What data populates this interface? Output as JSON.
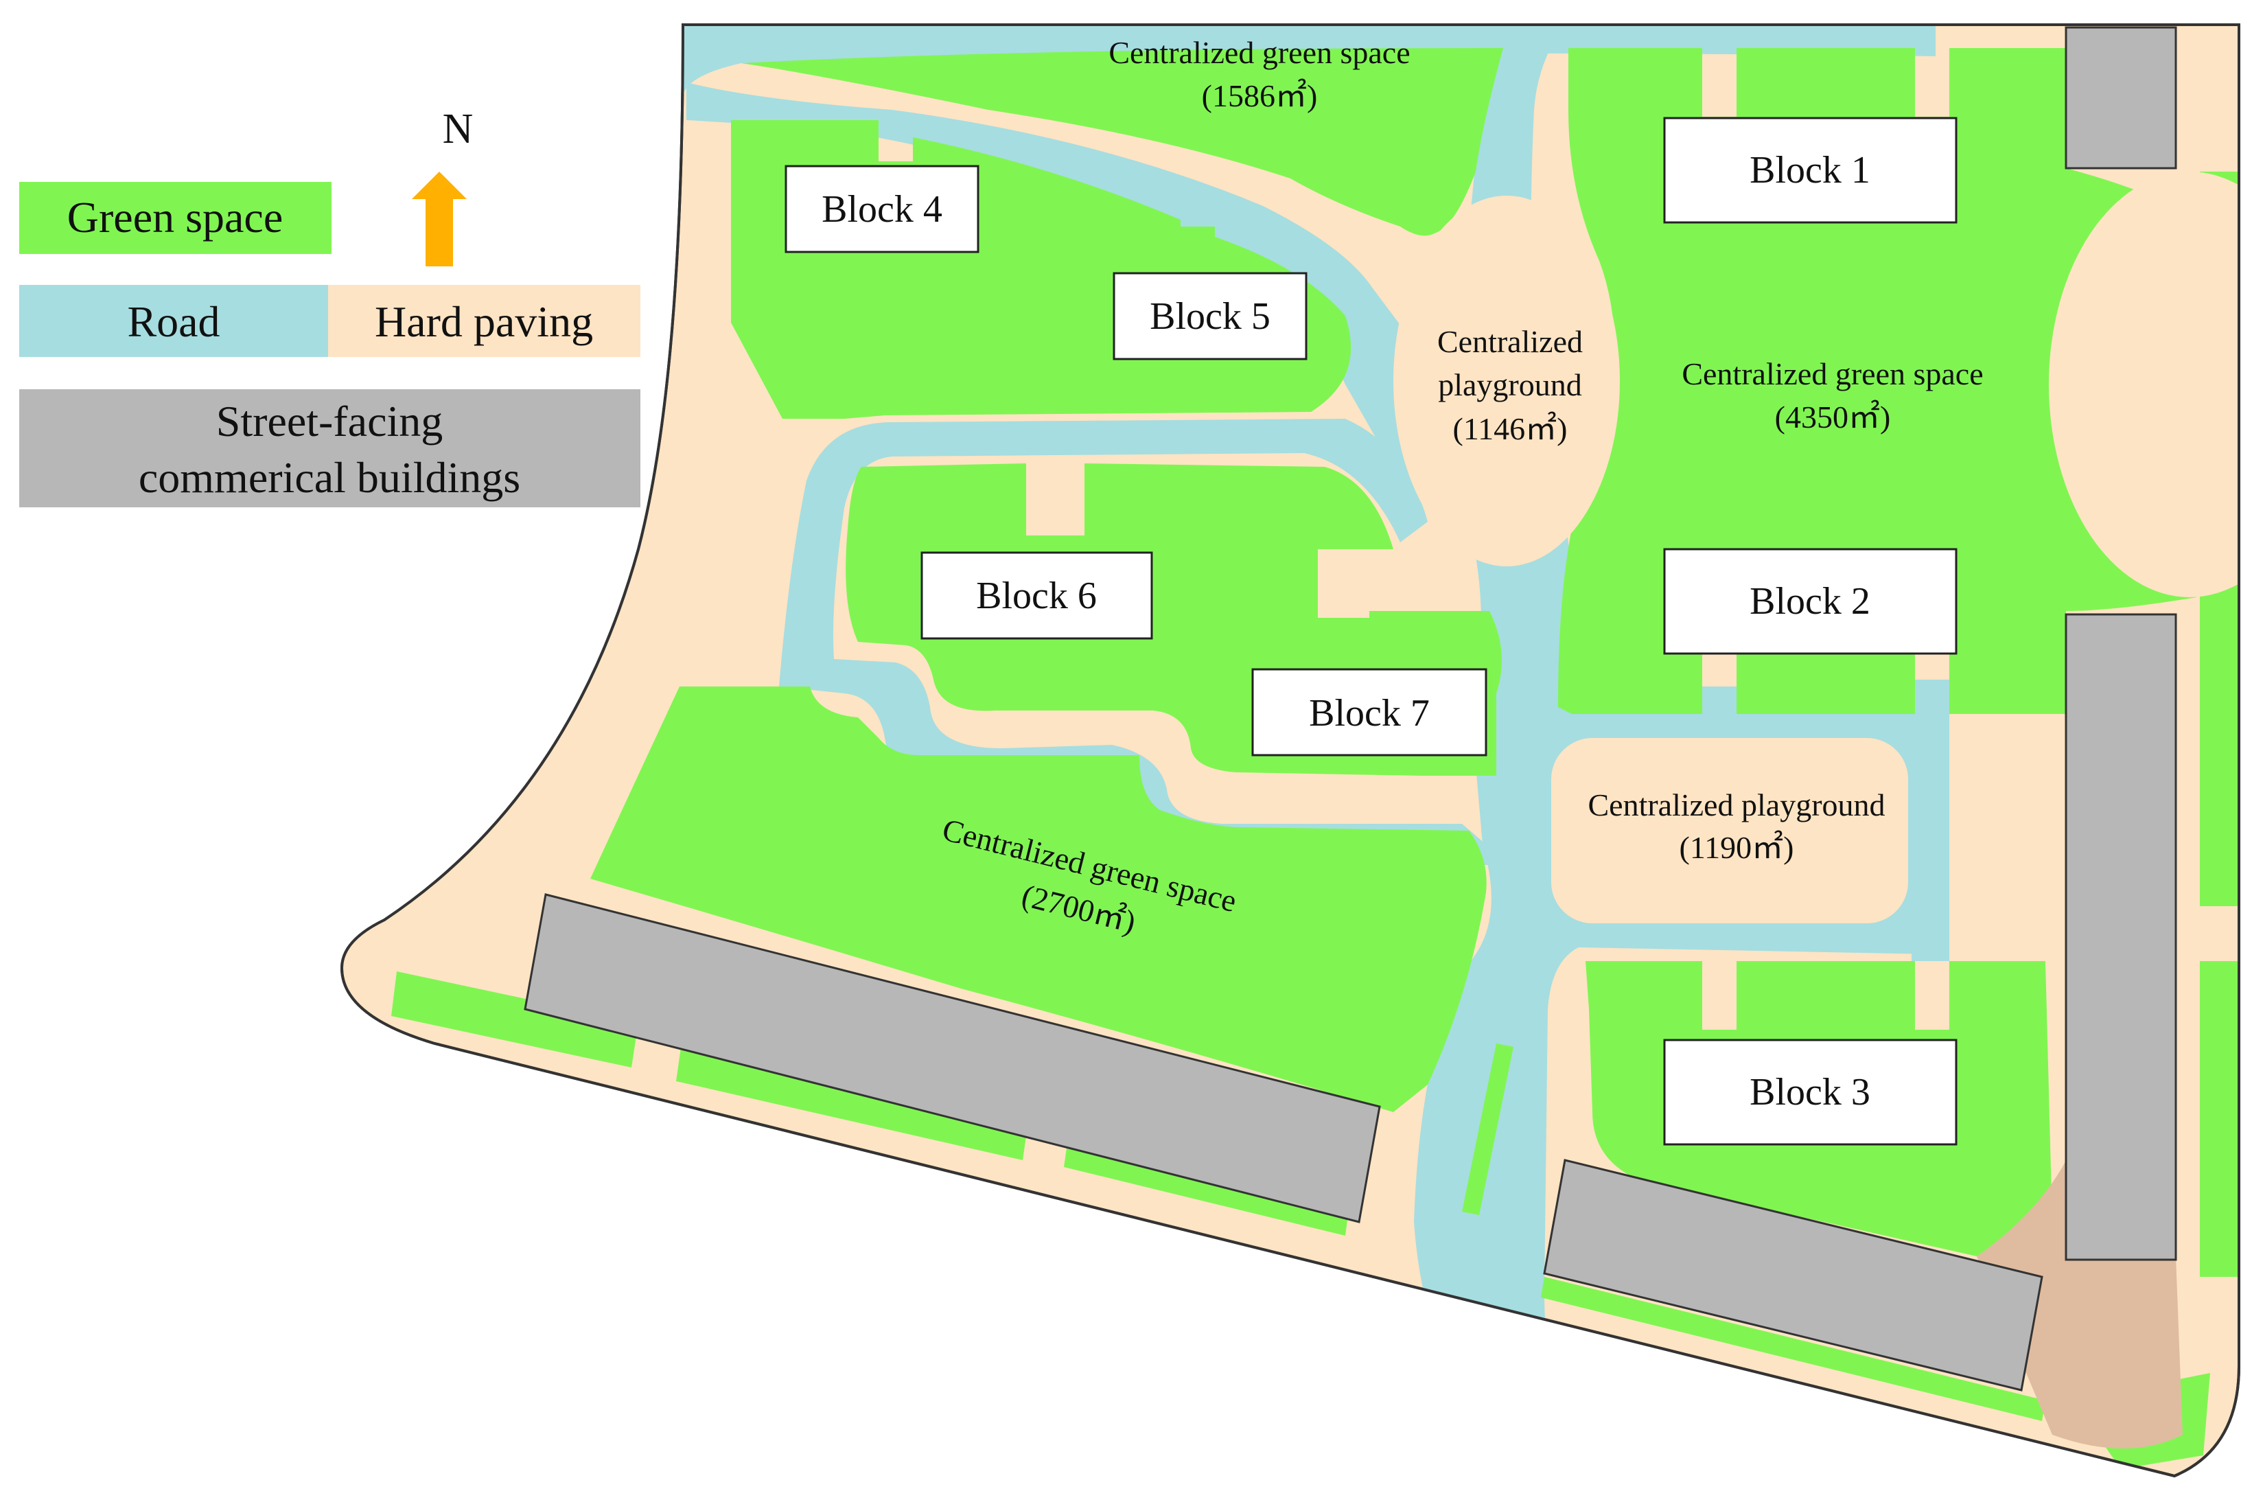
{
  "legend": {
    "green": "Green space",
    "road": "Road",
    "paving": "Hard paving",
    "commercial_line1": "Street-facing",
    "commercial_line2": "commerical buildings"
  },
  "north": "N",
  "blocks": [
    "Block 1",
    "Block 2",
    "Block 3",
    "Block 4",
    "Block 5",
    "Block 6",
    "Block 7"
  ],
  "areas": {
    "green_north_name": "Centralized green space",
    "green_north_size": "(1586㎡)",
    "green_east_name": "Centralized green space",
    "green_east_size": "(4350㎡)",
    "green_southwest_name": "Centralized green space",
    "green_southwest_size": "(2700㎡)",
    "playground_center_l1": "Centralized",
    "playground_center_l2": "playground",
    "playground_center_size": "(1146㎡)",
    "playground_south_name": "Centralized playground",
    "playground_south_size": "(1190㎡)"
  },
  "colors": {
    "green": "#80f552",
    "road": "#a6dde0",
    "paving": "#fde4c4",
    "commercial": "#b7b7b7",
    "corner_paving": "#dfbca0",
    "north_arrow": "#ffb000",
    "block_fill": "#ffffff"
  }
}
